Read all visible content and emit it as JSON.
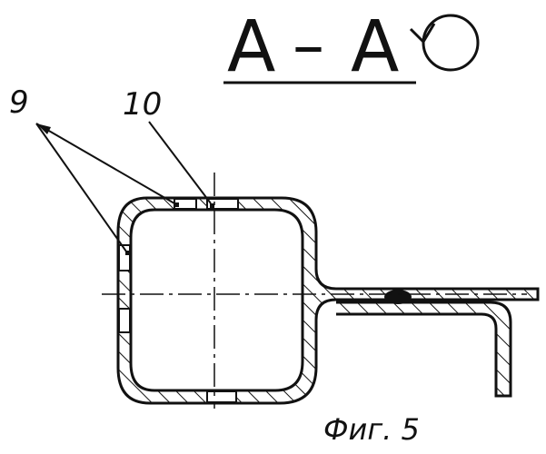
{
  "section": {
    "letter_left": "А",
    "dash": "–",
    "letter_right": "А"
  },
  "labels": {
    "nine": "9",
    "ten": "10"
  },
  "caption": "Фиг. 5",
  "colors": {
    "ink": "#111111",
    "paper": "#ffffff"
  },
  "icons": {
    "rotation_symbol": "rotated-view-icon"
  }
}
